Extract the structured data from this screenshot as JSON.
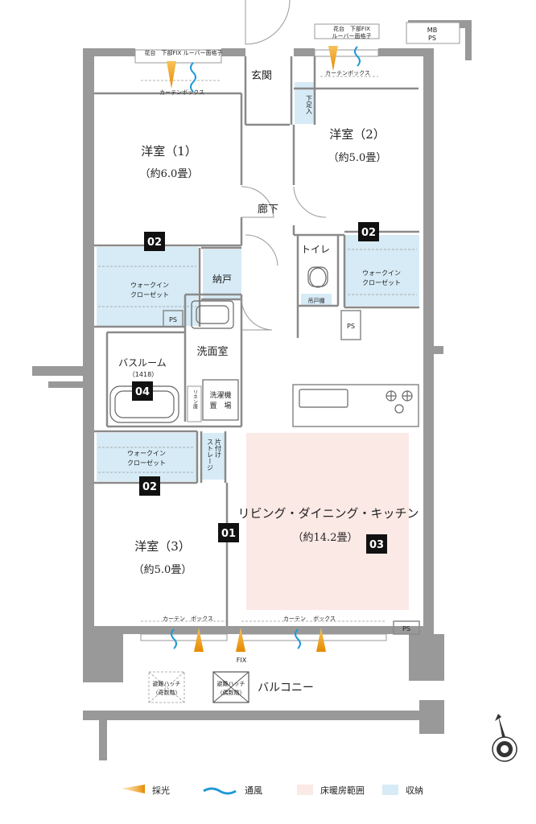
{
  "rooms": {
    "western1": {
      "name": "洋室（1）",
      "size": "（約6.0畳）"
    },
    "western2": {
      "name": "洋室（2）",
      "size": "（約5.0畳）"
    },
    "western3": {
      "name": "洋室（3）",
      "size": "（約5.0畳）"
    },
    "ldk": {
      "name": "リビング・ダイニング・キッチン",
      "size": "（約14.2畳）"
    },
    "entrance": "玄関",
    "corridor": "廊下",
    "toilet": "トイレ",
    "storage": "納戸",
    "washroom": "洗面室",
    "bathroom": "バスルーム",
    "bathroom_size": "（1418）",
    "balcony": "バルコニー",
    "shoe_box": "下足入",
    "hanging_shelf": "吊戸棚",
    "linen": "リネン庫",
    "washer": [
      "洗濯機",
      "置　場"
    ],
    "tidy_storage": [
      "片付け",
      "ストレージ"
    ],
    "wic_line1": "ウォークイン",
    "wic_line2": "クローゼット"
  },
  "labels": {
    "ps": "PS",
    "mb": "MB",
    "fix": "FIX",
    "curtain_box": "カーテンボックス",
    "curtain": "カーテン",
    "box": "ボックス",
    "window_top_left": "花台　下部FIX ルーバー面格子",
    "window_top_right_1": "花台　下部FIX",
    "window_top_right_2": "ルーバー面格子",
    "hatch_odd": [
      "避難ハッチ",
      "（奇数階）"
    ],
    "hatch_even": [
      "避難ハッチ",
      "（偶数階）"
    ]
  },
  "badges": {
    "b01": "01",
    "b02": "02",
    "b03": "03",
    "b04": "04"
  },
  "legend": [
    {
      "label": "採光",
      "color": "#f2a30f",
      "kind": "light"
    },
    {
      "label": "通風",
      "color": "#1e9ad6",
      "kind": "wind"
    },
    {
      "label": "床暖房範囲",
      "color": "#fbe9e6",
      "kind": "box"
    },
    {
      "label": "収納",
      "color": "#d6ebf6",
      "kind": "box"
    }
  ],
  "colors": {
    "wall": "#999999",
    "wall_dark": "#8a8a8a",
    "floor_heating": "#fbe9e6",
    "storage": "#d6ebf6",
    "light": "#f2a30f",
    "wind": "#1e9ad6",
    "badge": "#111111"
  },
  "compass_icon": "compass-icon"
}
